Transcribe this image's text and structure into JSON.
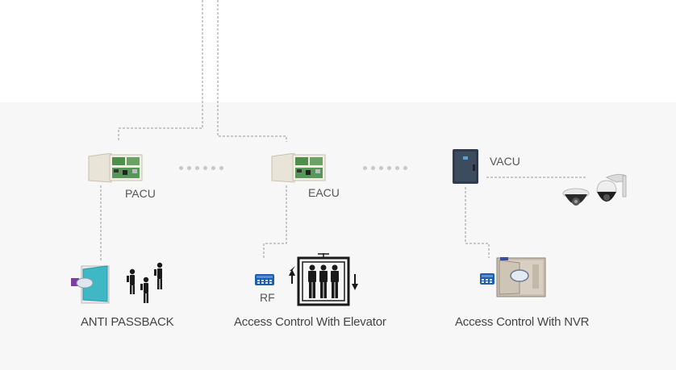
{
  "nodes": {
    "pacu": "PACU",
    "eacu": "EACU",
    "vacu": "VACU"
  },
  "reader_label": "RF",
  "captions": {
    "anti_passback": "ANTI PASSBACK",
    "elevator": "Access Control With Elevator",
    "nvr": "Access Control With NVR"
  },
  "colors": {
    "background_lower": "#f7f7f7",
    "connector": "#9a9a9a",
    "text": "#555555",
    "panel": "#e6e0d4",
    "reader_blue": "#1d5fae",
    "door_teal": "#3fb8c6"
  },
  "icons": [
    "controller-panel-icon",
    "vacu-unit-icon",
    "dome-camera-icon",
    "ptz-camera-icon",
    "door-icon",
    "people-icon",
    "card-reader-icon",
    "elevator-icon",
    "nvr-door-icon"
  ]
}
